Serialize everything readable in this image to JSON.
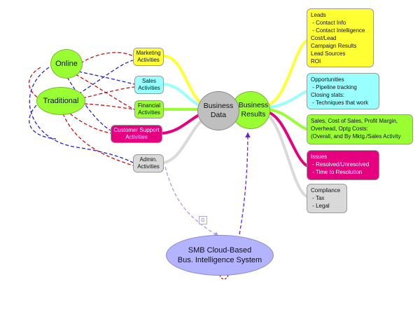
{
  "center": {
    "business_data": "Business\nData",
    "business_results": "Business\nResults"
  },
  "sources": {
    "online": "Online",
    "traditional": "Traditional"
  },
  "activities": [
    {
      "id": "marketing",
      "label": "Marketing\nActivities",
      "color": "#ffff33"
    },
    {
      "id": "sales",
      "label": "Sales\nActivities",
      "color": "#99ffff"
    },
    {
      "id": "financial",
      "label": "Financial\nActivities",
      "color": "#99ff33"
    },
    {
      "id": "customer_support",
      "label": "Customer Support\nActivities",
      "color": "#e60080"
    },
    {
      "id": "admin",
      "label": "Admin.\nActivities",
      "color": "#d9d9d9"
    }
  ],
  "results": [
    {
      "id": "leads",
      "color": "#ffff33",
      "lines": [
        "Leads",
        " - Contact Info",
        " - Contact Intelligence",
        "Cost/Lead",
        "Campaign Results",
        "Lead Sources",
        "ROI"
      ]
    },
    {
      "id": "opportunities",
      "color": "#99ffff",
      "lines": [
        "Opportunities",
        " - Pipeline tracking",
        "Closing stats:",
        " - Techniques that work"
      ]
    },
    {
      "id": "sales_costs",
      "color": "#99ff33",
      "lines": [
        "Sales, Cost of Sales, Profit Margin,",
        "Overhead, Optg Costs:",
        "(Overall, and By Mktg./Sales Activity"
      ]
    },
    {
      "id": "issues",
      "color": "#e60080",
      "lines": [
        "Issues",
        " - Resolved/Unresolved",
        " - Time to Resolution"
      ]
    },
    {
      "id": "compliance",
      "color": "#d9d9d9",
      "lines": [
        "Compliance",
        " - Tax",
        " - Legal"
      ]
    }
  ],
  "system": {
    "label": "SMB Cloud-Based\nBus. Intelligence System",
    "color": "#b3b3ff"
  },
  "connector_marker": "G",
  "colors": {
    "red_dash": "#cc1111",
    "blue_dash": "#2222cc",
    "purple_dash": "#6622dd",
    "lavender_dash": "#aa99ee",
    "center_data": "#bfbfbf",
    "center_results": "#99ff33",
    "source_oval": "#99ff33"
  }
}
